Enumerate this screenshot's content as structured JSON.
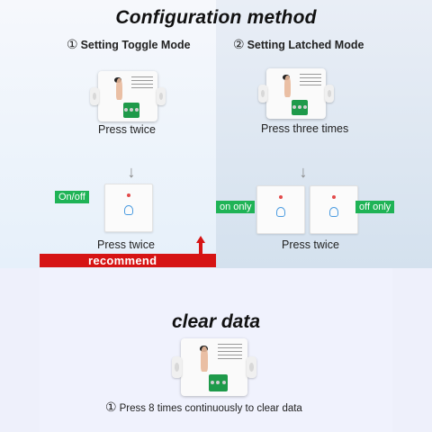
{
  "header": {
    "title": "Configuration method"
  },
  "modes": [
    {
      "number": "①",
      "title": "Setting Toggle Mode",
      "module_caption": "Press twice",
      "switch_caption": "Press twice",
      "tag": "On/off",
      "recommend_label": "recommend"
    },
    {
      "number": "②",
      "title": "Setting Latched Mode",
      "module_caption": "Press three times",
      "switch_caption": "Press twice",
      "tag_left": "on only",
      "tag_right": "off only"
    }
  ],
  "clear": {
    "title": "clear data",
    "number": "①",
    "instruction": "Press 8 times continuously to clear data"
  },
  "colors": {
    "tag_green": "#1fb356",
    "recommend_red": "#d61414",
    "terminal_green": "#1e9a4a",
    "touch_blue": "#4a9be0"
  },
  "icons": {
    "wifi": "wifi-icon",
    "down_arrow": "arrow-down-icon",
    "up_arrow": "arrow-up-icon",
    "touch": "touch-icon"
  }
}
